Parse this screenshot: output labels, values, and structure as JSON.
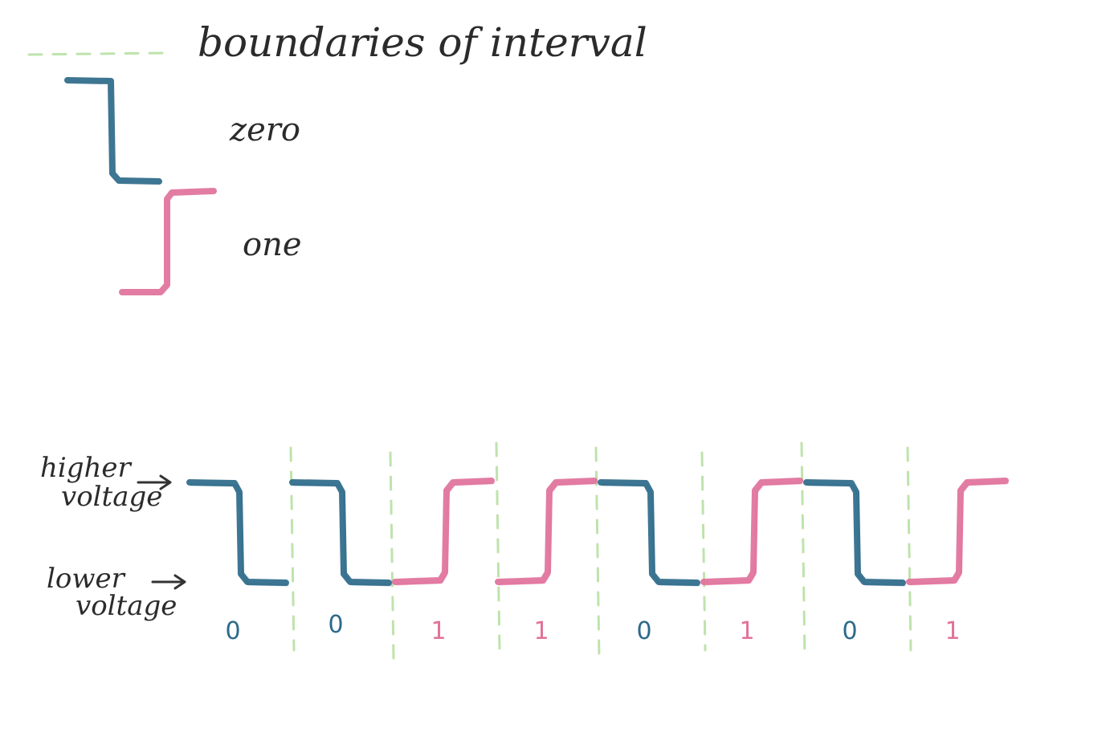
{
  "colors": {
    "zero": "#2c6a8a",
    "one": "#e0719a",
    "boundary": "#a8d990",
    "ink": "#2b2b2b"
  },
  "legend": {
    "boundary_label": "boundaries of interval",
    "zero_label": "zero",
    "one_label": "one"
  },
  "signal": {
    "higher_label_line1": "higher",
    "higher_label_line2": "voltage",
    "lower_label_line1": "lower",
    "lower_label_line2": "voltage",
    "bits": [
      "0",
      "0",
      "1",
      "1",
      "0",
      "1",
      "0",
      "1"
    ]
  }
}
